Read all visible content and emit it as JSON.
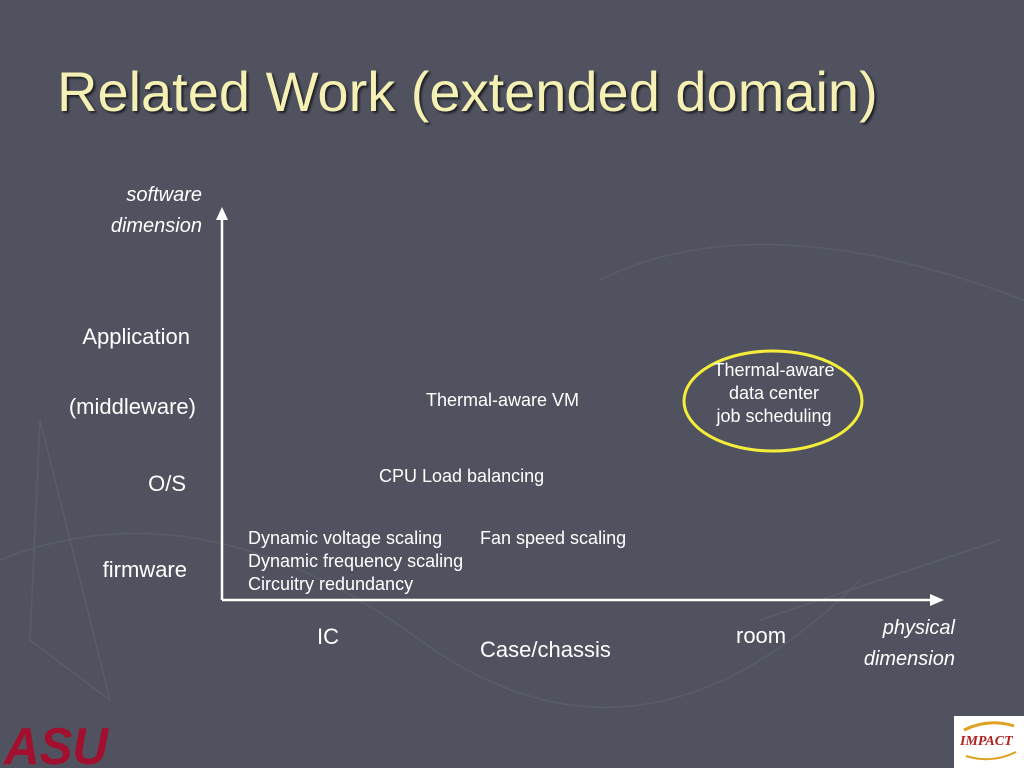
{
  "title": "Related Work (extended domain)",
  "axes": {
    "y_label": [
      "software",
      "dimension"
    ],
    "x_label": [
      "physical",
      "dimension"
    ]
  },
  "software_levels": [
    "Application",
    "(middleware)",
    "O/S",
    "firmware"
  ],
  "physical_levels": [
    "IC",
    "Case/chassis",
    "room"
  ],
  "items": {
    "ic": [
      "Dynamic voltage scaling",
      "Dynamic frequency scaling",
      "Circuitry redundancy"
    ],
    "fan": "Fan speed scaling",
    "cpu": "CPU Load balancing",
    "vm": "Thermal-aware VM",
    "highlight": [
      "Thermal-aware",
      "data center",
      "job scheduling"
    ]
  },
  "colors": {
    "background": "#50535f",
    "title": "#f5f0b4",
    "text": "#ffffff",
    "highlight_ellipse": "#f4ee3a",
    "asu_logo": "#a3102f",
    "impact_logo": "#b02020"
  },
  "logos": {
    "left": "ASU",
    "right": "IMPACT"
  }
}
